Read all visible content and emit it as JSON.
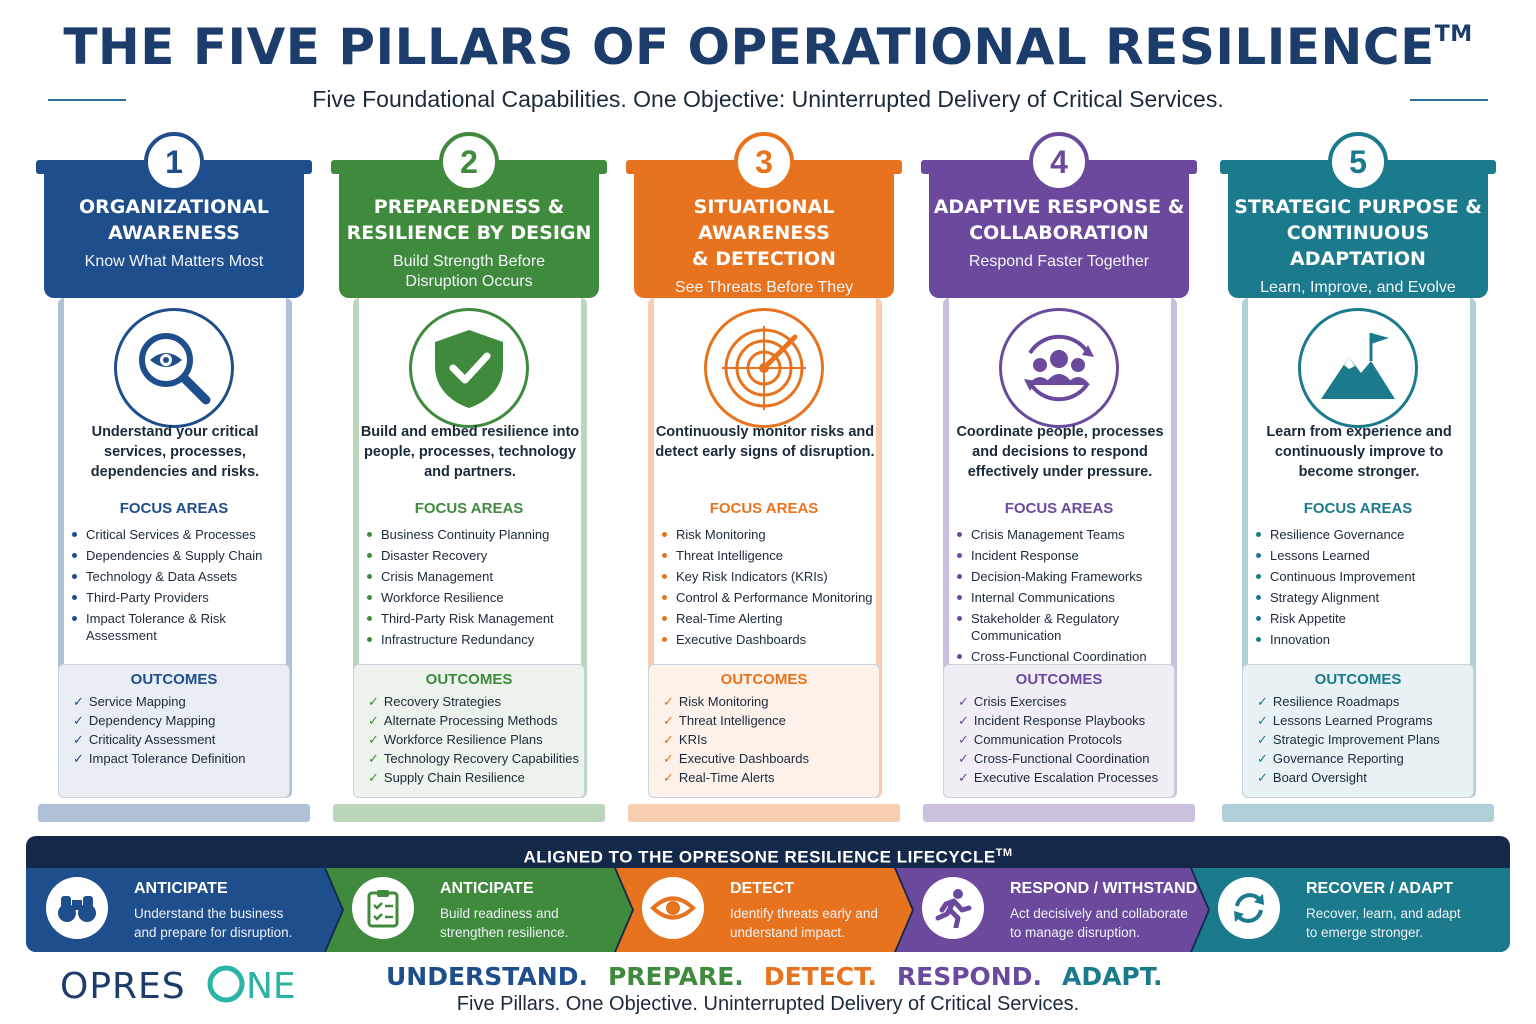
{
  "header": {
    "title": "THE FIVE PILLARS OF OPERATIONAL RESILIENCE",
    "title_mark": "TM",
    "subtitle": "Five Foundational Capabilities. One Objective: Uninterrupted Delivery of Critical Services."
  },
  "labels": {
    "focus": "FOCUS AREAS",
    "outcomes": "OUTCOMES"
  },
  "pillars": [
    {
      "number": "1",
      "name": "ORGANIZATIONAL\nAWARENESS",
      "tagline": "Know What Matters Most",
      "icon": "magnifier-eye-icon",
      "color": "#1f4e8c",
      "description": "Understand your critical services, processes, dependencies and risks.",
      "focus": [
        "Critical Services & Processes",
        "Dependencies & Supply Chain",
        "Technology & Data Assets",
        "Third-Party Providers",
        "Impact Tolerance & Risk Assessment"
      ],
      "outcomes": [
        "Service Mapping",
        "Dependency Mapping",
        "Criticality Assessment",
        "Impact Tolerance Definition"
      ]
    },
    {
      "number": "2",
      "name": "PREPAREDNESS &\nRESILIENCE BY DESIGN",
      "tagline": "Build Strength Before\nDisruption Occurs",
      "icon": "shield-check-icon",
      "color": "#3f8a3c",
      "description": "Build and embed resilience into people, processes, technology and partners.",
      "focus": [
        "Business Continuity Planning",
        "Disaster Recovery",
        "Crisis Management",
        "Workforce Resilience",
        "Third-Party Risk Management",
        "Infrastructure Redundancy"
      ],
      "outcomes": [
        "Recovery Strategies",
        "Alternate Processing Methods",
        "Workforce Resilience Plans",
        "Technology Recovery Capabilities",
        "Supply Chain Resilience"
      ]
    },
    {
      "number": "3",
      "name": "SITUATIONAL AWARENESS\n& DETECTION",
      "tagline": "See Threats Before They\nBecome Failures",
      "icon": "radar-icon",
      "color": "#e8731e",
      "description": "Continuously monitor risks and detect early signs of disruption.",
      "focus": [
        "Risk Monitoring",
        "Threat Intelligence",
        "Key Risk Indicators (KRIs)",
        "Control & Performance Monitoring",
        "Real-Time Alerting",
        "Executive Dashboards"
      ],
      "outcomes": [
        "Risk Monitoring",
        "Threat Intelligence",
        "KRIs",
        "Executive Dashboards",
        "Real-Time Alerts"
      ]
    },
    {
      "number": "4",
      "name": "ADAPTIVE RESPONSE &\nCOLLABORATION",
      "tagline": "Respond Faster Together",
      "icon": "team-cycle-icon",
      "color": "#6b4a9e",
      "description": "Coordinate people, processes and decisions to respond effectively under pressure.",
      "focus": [
        "Crisis Management Teams",
        "Incident Response",
        "Decision-Making Frameworks",
        "Internal Communications",
        "Stakeholder & Regulatory Communication",
        "Cross-Functional Coordination"
      ],
      "outcomes": [
        "Crisis Exercises",
        "Incident Response Playbooks",
        "Communication Protocols",
        "Cross-Functional Coordination",
        "Executive Escalation Processes"
      ]
    },
    {
      "number": "5",
      "name": "STRATEGIC PURPOSE &\nCONTINUOUS ADAPTATION",
      "tagline": "Learn, Improve, and Evolve",
      "icon": "mountain-flag-icon",
      "color": "#1b7a8c",
      "description": "Learn from experience and continuously improve to become stronger.",
      "focus": [
        "Resilience Governance",
        "Lessons Learned",
        "Continuous Improvement",
        "Strategy Alignment",
        "Risk Appetite",
        "Innovation"
      ],
      "outcomes": [
        "Resilience Roadmaps",
        "Lessons Learned Programs",
        "Strategic Improvement Plans",
        "Governance Reporting",
        "Board Oversight"
      ]
    }
  ],
  "lifecycle": {
    "title": "ALIGNED TO THE OPRESONE RESILIENCE LIFECYCLE",
    "title_mark": "TM",
    "stages": [
      {
        "title": "ANTICIPATE",
        "desc": "Understand the business\nand prepare for disruption.",
        "icon": "binoculars-icon",
        "color": "#1f4e8c"
      },
      {
        "title": "ANTICIPATE",
        "desc": "Build readiness and\nstrengthen resilience.",
        "icon": "clipboard-check-icon",
        "color": "#3f8a3c"
      },
      {
        "title": "DETECT",
        "desc": "Identify threats early and\nunderstand impact.",
        "icon": "eye-icon",
        "color": "#e8731e"
      },
      {
        "title": "RESPOND / WITHSTAND",
        "desc": "Act decisively and collaborate\nto manage disruption.",
        "icon": "running-person-icon",
        "color": "#6b4a9e"
      },
      {
        "title": "RECOVER / ADAPT",
        "desc": "Recover, learn, and adapt\nto emerge stronger.",
        "icon": "refresh-cycle-icon",
        "color": "#1b7a8c"
      }
    ]
  },
  "brand": {
    "logo_text": "OPRESONE"
  },
  "slogan": [
    {
      "text": "UNDERSTAND.",
      "color": "#1f4e8c"
    },
    {
      "text": "PREPARE.",
      "color": "#3f8a3c"
    },
    {
      "text": "DETECT.",
      "color": "#e8731e"
    },
    {
      "text": "RESPOND.",
      "color": "#6b4a9e"
    },
    {
      "text": "ADAPT.",
      "color": "#1b7a8c"
    }
  ],
  "footer": "Five Pillars. One Objective. Uninterrupted Delivery of Critical Services."
}
